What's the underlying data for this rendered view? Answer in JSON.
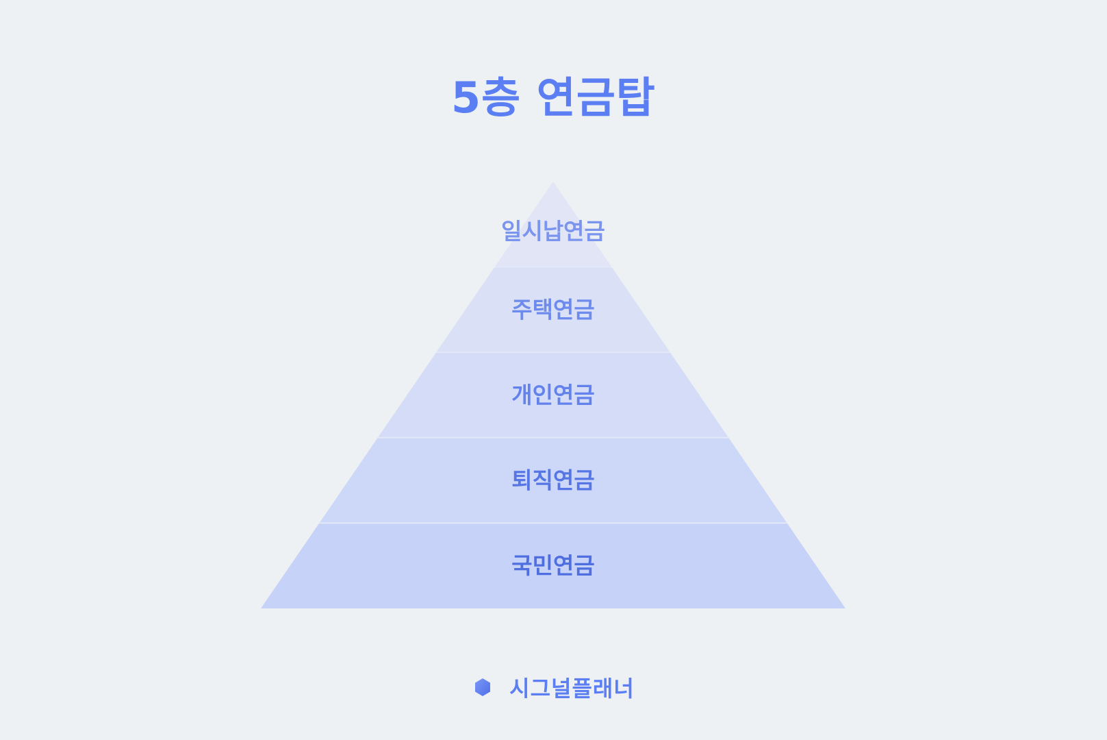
{
  "title": "5층 연금탑",
  "pyramid": {
    "tiers_top_to_bottom": [
      {
        "label": "일시납연금"
      },
      {
        "label": "주택연금"
      },
      {
        "label": "개인연금"
      },
      {
        "label": "퇴직연금"
      },
      {
        "label": "국민연금"
      }
    ]
  },
  "brand": {
    "name": "시그널플래너",
    "logo_icon": "hexagon-logo-icon"
  },
  "colors": {
    "background": "#edf1f4",
    "accent": "#5b7ef2",
    "tier_fill_top": "#e4e7f5",
    "tier_fill_bottom": "#c3d0f8",
    "tier_divider": "#e3e9f8"
  }
}
